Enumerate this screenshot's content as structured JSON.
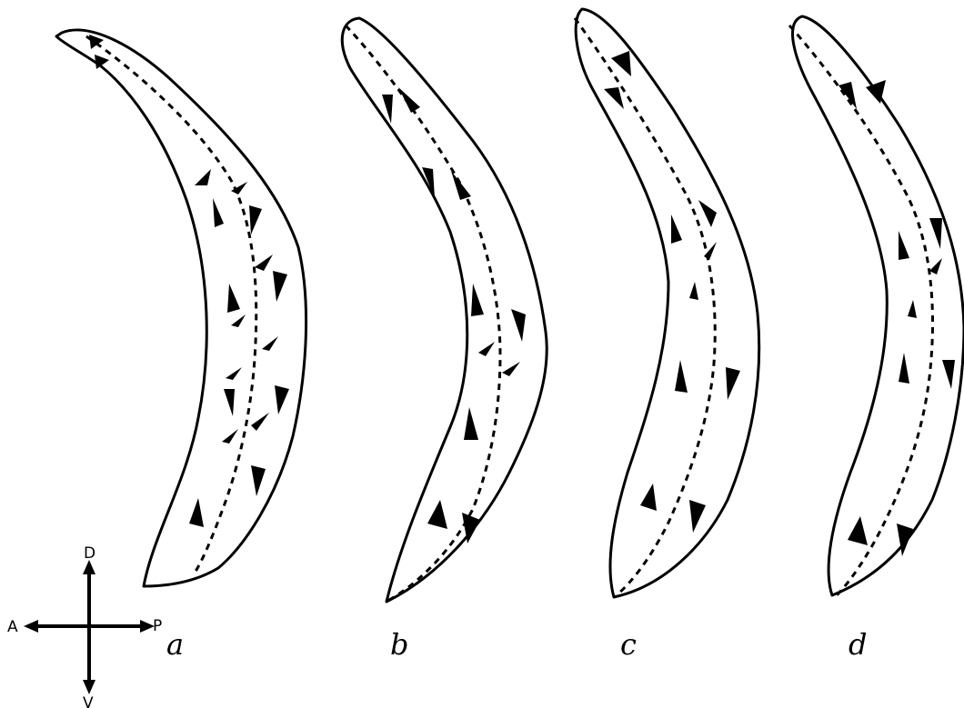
{
  "panels": [
    {
      "id": "a",
      "label": "a"
    },
    {
      "id": "b",
      "label": "b"
    },
    {
      "id": "c",
      "label": "c"
    },
    {
      "id": "d",
      "label": "d"
    }
  ],
  "axes": {
    "dorsal": "D",
    "ventral": "V",
    "anterior": "A",
    "posterior": "P"
  },
  "colors": {
    "stroke": "#000000",
    "background": "#ffffff"
  }
}
